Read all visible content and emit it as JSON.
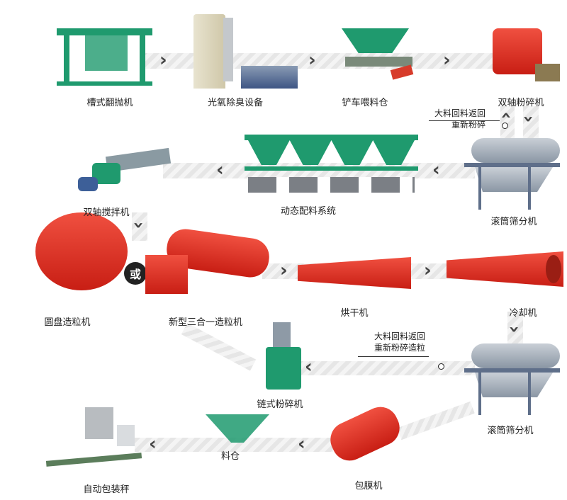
{
  "title": "有机肥生产线工艺流程",
  "steps": [
    {
      "label": "槽式翻抛机"
    },
    {
      "label": "光氧除臭设备"
    },
    {
      "label": "铲车喂料仓"
    },
    {
      "label": "双轴粉碎机"
    },
    {
      "label": "滚筒筛分机"
    },
    {
      "label": "动态配料系统"
    },
    {
      "label": "双轴搅拌机"
    },
    {
      "label": "圆盘造粒机"
    },
    {
      "label": "新型三合一造粒机"
    },
    {
      "label": "烘干机"
    },
    {
      "label": "冷却机"
    },
    {
      "label": "滚筒筛分机"
    },
    {
      "label": "链式粉碎机"
    },
    {
      "label": "料仓"
    },
    {
      "label": "包膜机"
    },
    {
      "label": "自动包装秤"
    }
  ],
  "or_label": "或",
  "notes": [
    {
      "line1": "大料回料返回",
      "line2": "重新粉碎"
    },
    {
      "line1": "大料回料返回",
      "line2": "重新粉碎造粒"
    }
  ],
  "colors": {
    "machine_green": "#1f9a6e",
    "machine_red": "#e0302a",
    "arrow": "#444444"
  }
}
